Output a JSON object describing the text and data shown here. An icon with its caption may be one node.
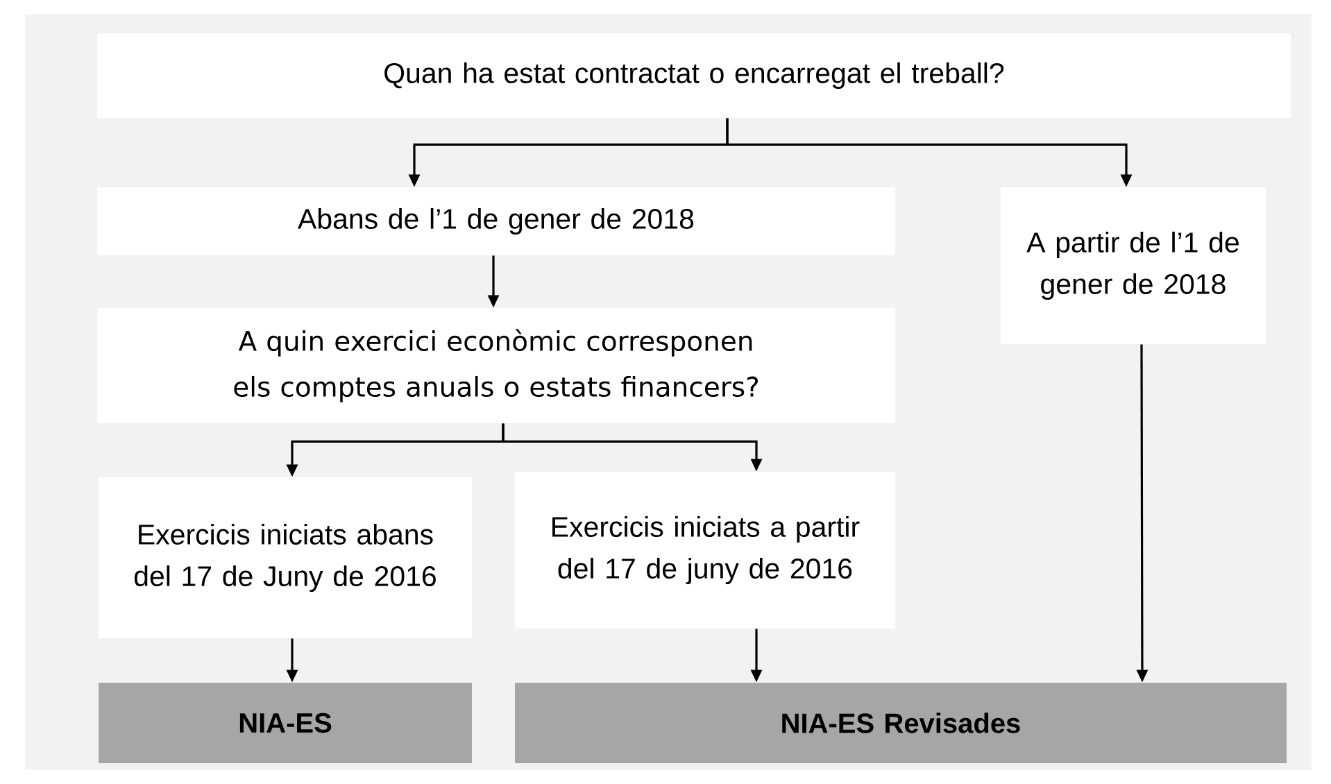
{
  "diagram": {
    "nodes": [
      {
        "text": [
          "Quan ha estat contractat o encarregat el treball?"
        ]
      },
      {
        "text": [
          "Abans de l’1 de gener de 2018"
        ]
      },
      {
        "text": [
          "A partir de l’1 de gener de 2018"
        ]
      },
      {
        "text": [
          "A quin exercici econòmic corresponen els comptes anuals o estats financers?"
        ]
      },
      {
        "text": [
          "Exercicis iniciats abans del 17 de Juny de 2016"
        ]
      },
      {
        "text": [
          "Exercicis iniciats a partir del 17 de juny de 2016"
        ]
      },
      {
        "text": [
          "NIA-ES"
        ]
      },
      {
        "text": [
          "NIA-ES Revisades"
        ]
      }
    ],
    "edges": [
      {
        "from": 0,
        "to": 1,
        "arrow": "to"
      },
      {
        "from": 0,
        "to": 2,
        "arrow": "to"
      },
      {
        "from": 1,
        "to": 3,
        "arrow": "to"
      },
      {
        "from": 3,
        "to": 4,
        "arrow": "to"
      },
      {
        "from": 3,
        "to": 5,
        "arrow": "to"
      },
      {
        "from": 4,
        "to": 6,
        "arrow": "to"
      },
      {
        "from": 5,
        "to": 7,
        "arrow": "to"
      },
      {
        "from": 2,
        "to": 7,
        "arrow": "to"
      }
    ]
  }
}
